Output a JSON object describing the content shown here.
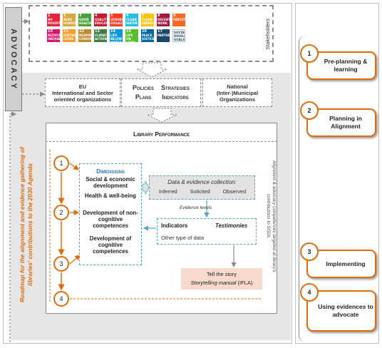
{
  "advocacy": "ADVOCACY",
  "stakeholders": "Stakeholders",
  "sdg": {
    "tiles": [
      {
        "num": "1",
        "label": "NO POVERTY",
        "color": "#e5243b"
      },
      {
        "num": "2",
        "label": "ZERO HUNGER",
        "color": "#dda63a"
      },
      {
        "num": "3",
        "label": "GOOD HEALTH",
        "color": "#4c9f38"
      },
      {
        "num": "4",
        "label": "QUALITY EDUCATION",
        "color": "#c5192d"
      },
      {
        "num": "5",
        "label": "GENDER EQUALITY",
        "color": "#ff3a21"
      },
      {
        "num": "6",
        "label": "CLEAN WATER",
        "color": "#26bde2"
      },
      {
        "num": "7",
        "label": "CLEAN ENERGY",
        "color": "#fcc30b"
      },
      {
        "num": "8",
        "label": "DECENT WORK",
        "color": "#a21942"
      },
      {
        "num": "9",
        "label": "INDUSTRY",
        "color": "#fd6925"
      },
      {
        "num": "10",
        "label": "REDUCED INEQUALITIES",
        "color": "#dd1367"
      },
      {
        "num": "11",
        "label": "SUSTAINABLE CITIES",
        "color": "#fd9d24"
      },
      {
        "num": "12",
        "label": "RESPONSIBLE CONSUMPTION",
        "color": "#bf8b2e"
      },
      {
        "num": "13",
        "label": "CLIMATE ACTION",
        "color": "#3f7e44"
      },
      {
        "num": "14",
        "label": "LIFE BELOW WATER",
        "color": "#0a97d9"
      },
      {
        "num": "15",
        "label": "LIFE ON LAND",
        "color": "#56c02b"
      },
      {
        "num": "16",
        "label": "PEACE JUSTICE",
        "color": "#00689d"
      },
      {
        "num": "17",
        "label": "PARTNERSHIPS",
        "color": "#19486a"
      }
    ],
    "goals_label": "SUSTAINABLE DEVELOPMENT GOALS"
  },
  "orgs": {
    "eu": "EU\nInternational and Sector oriented organizations",
    "policies": [
      "Policies",
      "Strategies",
      "Plans",
      "Indicators"
    ],
    "national": "National\n(Inter-)Municipal Organizations"
  },
  "library": {
    "title": "Library Performance"
  },
  "roadmap": "Roadmap for the alignment and evidence gathering of libraries' contributions to the 2030 Agenda",
  "steps": [
    "1",
    "2",
    "3",
    "4"
  ],
  "dimensions": {
    "title": "Dimensions",
    "items": [
      "Social & economic development",
      "Health & well-being",
      "Development of non-cognitive competences",
      "Development of cognitive competences"
    ]
  },
  "data_collection": {
    "title": "Data & evidence collection:",
    "items": [
      "Inferred",
      "Solicited",
      "Observed"
    ],
    "evidence_levels": "Evidence levels"
  },
  "indicators": {
    "indicators": "Indicators",
    "testimonies": "Testimonies",
    "other": "Other type of data"
  },
  "story": {
    "line1": "Tell the story",
    "manual": "Storytelling manual",
    "suffix": " (IFLA)"
  },
  "alignment": "Alignment & advocacy competences targeted at library's contributions to SGDs",
  "phases": [
    {
      "num": "1",
      "label": "Pre-planning & learning"
    },
    {
      "num": "2",
      "label": "Planning in Alignment"
    },
    {
      "num": "3",
      "label": "Implementing"
    },
    {
      "num": "4",
      "label": "Using evidences to advocate"
    }
  ],
  "colors": {
    "accent": "#e36c0a",
    "blue": "#4bacc6",
    "title_blue": "#2e75b6",
    "story_bg": "#f8d9cc"
  }
}
